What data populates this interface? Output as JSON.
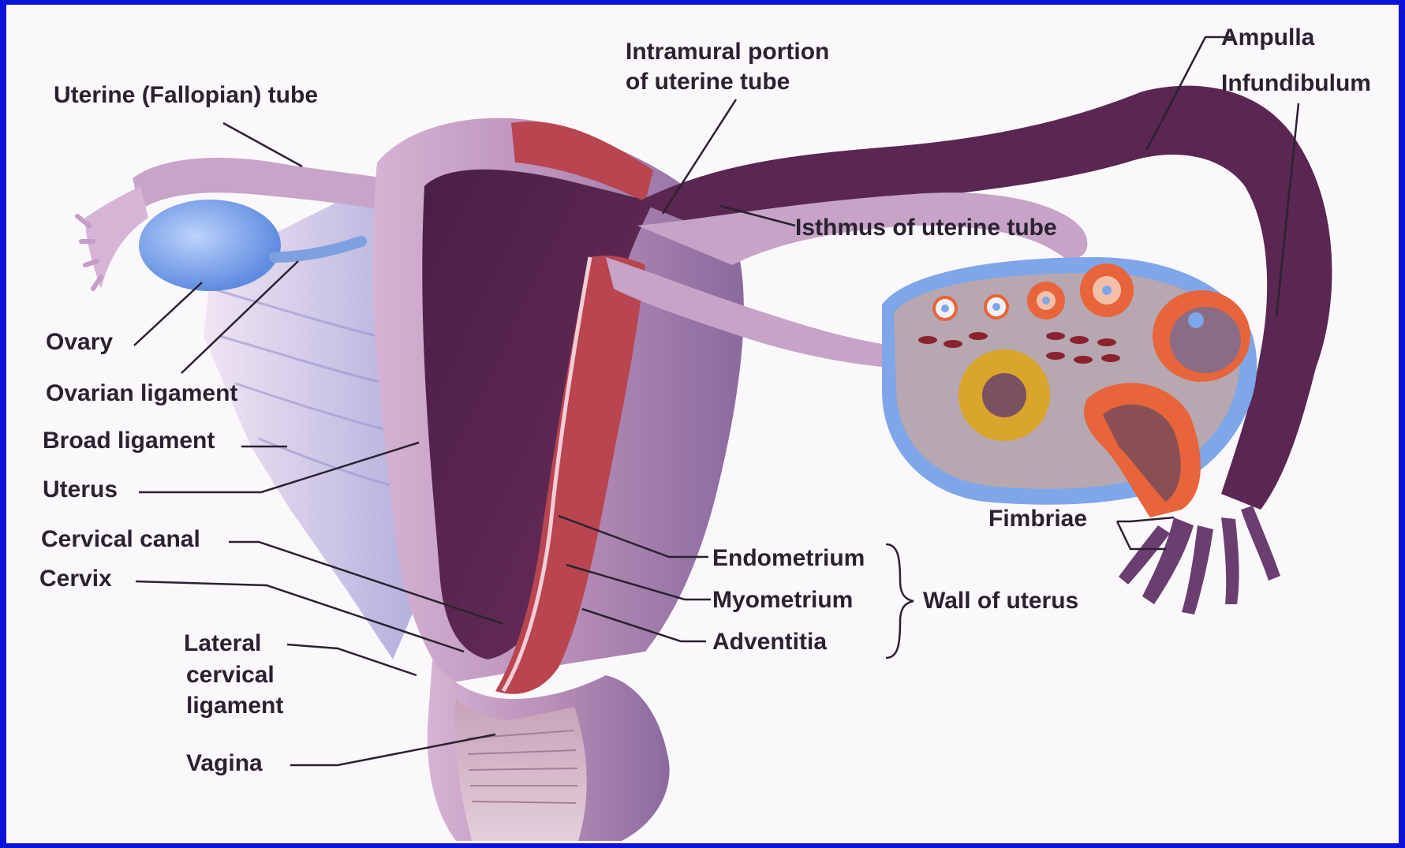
{
  "labels": {
    "uterine_tube": "Uterine (Fallopian) tube",
    "intramural_line1": "Intramural portion",
    "intramural_line2": "of uterine tube",
    "ampulla": "Ampulla",
    "infundibulum": "Infundibulum",
    "isthmus": "Isthmus of uterine tube",
    "ovary": "Ovary",
    "ovarian_ligament": "Ovarian ligament",
    "broad_ligament": "Broad ligament",
    "uterus": "Uterus",
    "cervical_canal": "Cervical canal",
    "cervix": "Cervix",
    "lateral_line1": "Lateral",
    "lateral_line2": "cervical",
    "lateral_line3": "ligament",
    "vagina": "Vagina",
    "fimbriae": "Fimbriae",
    "endometrium": "Endometrium",
    "myometrium": "Myometrium",
    "adventitia": "Adventitia",
    "wall_of_uterus": "Wall of uterus"
  },
  "colors": {
    "frame": "#0a14d8",
    "background": "#fbf8fb",
    "uterus_outer": "#b98fb8",
    "cavity": "#3a1a3a",
    "endometrium": "#b8454f",
    "ovary": "#7fa6e8",
    "label_text": "#2a2230"
  }
}
